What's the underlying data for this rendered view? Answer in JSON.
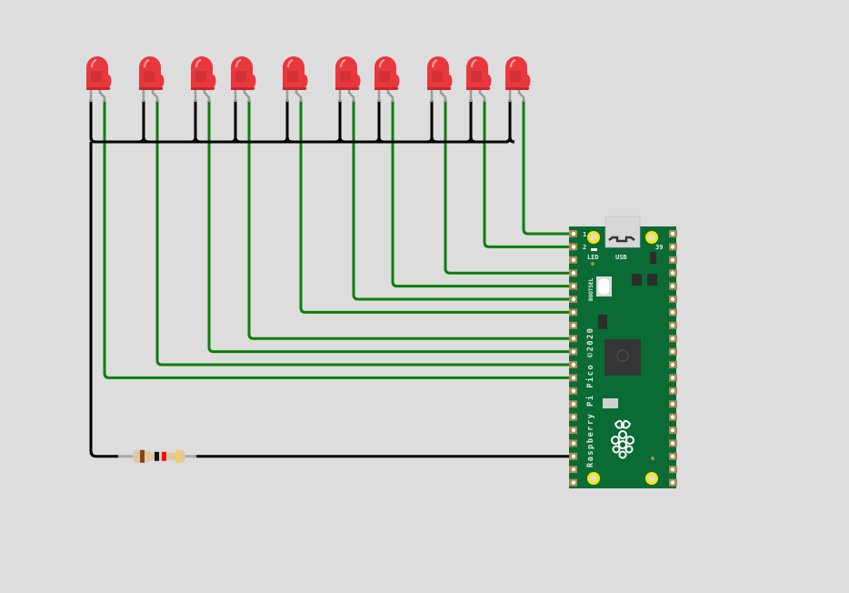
{
  "circuit": {
    "leds": [
      {
        "id": "led1",
        "color": "red",
        "gpio_pin": 12
      },
      {
        "id": "led2",
        "color": "red",
        "gpio_pin": 11
      },
      {
        "id": "led3",
        "color": "red",
        "gpio_pin": 10
      },
      {
        "id": "led4",
        "color": "red",
        "gpio_pin": 9
      },
      {
        "id": "led5",
        "color": "red",
        "gpio_pin": 7
      },
      {
        "id": "led6",
        "color": "red",
        "gpio_pin": 6
      },
      {
        "id": "led7",
        "color": "red",
        "gpio_pin": 5
      },
      {
        "id": "led8",
        "color": "red",
        "gpio_pin": 4
      },
      {
        "id": "led9",
        "color": "red",
        "gpio_pin": 2
      },
      {
        "id": "led10",
        "color": "red",
        "gpio_pin": 1
      }
    ],
    "resistor": {
      "bands": [
        "#8b4513",
        "#111111",
        "#ee1111",
        "#f0d060"
      ],
      "gnd_pin": 18
    },
    "pico": {
      "board_text": "Raspberry Pi Pico ©2020",
      "pin1_label": "1",
      "pin2_label": "2",
      "pin39_label": "39",
      "led_label": "LED",
      "usb_label": "USB",
      "bootsel_label": "BOOTSEL"
    },
    "colors": {
      "background": "#dddddd",
      "signal_wire": "#0a7f0a",
      "ground_wire": "#000000",
      "board": "#0b6b34",
      "led_red": "#e8383d",
      "mount_hole": "#f5e61a"
    }
  }
}
